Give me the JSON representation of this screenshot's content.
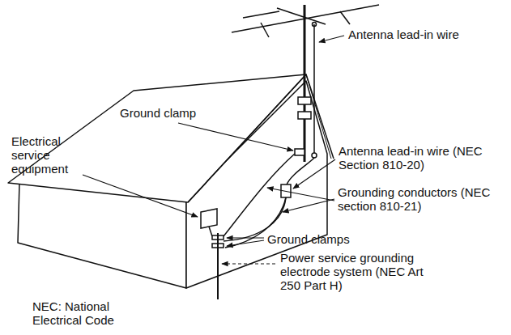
{
  "diagram": {
    "labels": [
      "Antenna lead-in wire",
      "Ground clamp",
      "Antenna lead-in wire (NEC Section 810-20)",
      "Electrical service equipment",
      "Grounding conductors (NEC section 810-21)",
      "Ground clamps",
      "Power service grounding electrode system (NEC Art 250 Part H)",
      "NEC: National Electrical Code"
    ]
  }
}
